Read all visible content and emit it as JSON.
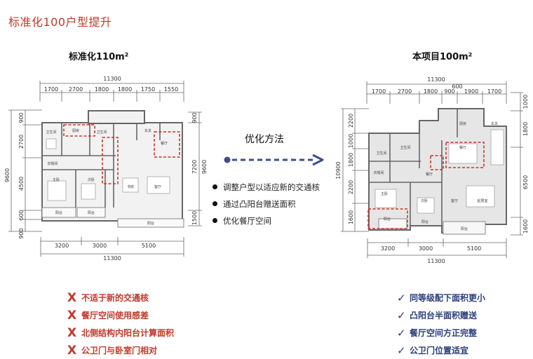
{
  "slide_title": "标准化100户型提升",
  "left_plan": {
    "title": "标准化110m²",
    "top_total": "11300",
    "top_dims": [
      "1700",
      "2700",
      "1800",
      "1800",
      "1750",
      "1550"
    ],
    "bottom_dims": [
      "3200",
      "3000",
      "5100"
    ],
    "bottom_total": "11300",
    "left_total": "9600",
    "left_dims": [
      "900",
      "2700",
      "4500",
      "600"
    ],
    "left_bottom": "900",
    "right_dims": [
      "900",
      "7200",
      "1500"
    ],
    "right_total": "9600",
    "rooms": [
      "卫生间",
      "厨房",
      "卫生间",
      "主卧",
      "次卧",
      "书房",
      "客厅",
      "餐厅",
      "玄关",
      "阳台",
      "衣帽间",
      "阳台",
      "阳台"
    ]
  },
  "right_plan": {
    "title": "本项目100m²",
    "top_total": "11300",
    "top_dims": [
      "1700",
      "2700",
      "1800",
      "900",
      "1900",
      "1700"
    ],
    "top_sub": "600",
    "bottom_dims": [
      "3200",
      "3000",
      "5100"
    ],
    "bottom_total": "11300",
    "left_total": "10900",
    "left_dims": [
      "2200",
      "1000",
      "1800",
      "2200",
      "1600"
    ],
    "right_dims": [
      "1000",
      "1800",
      "6500",
      "1600"
    ],
    "rooms": [
      "厨房",
      "餐厅",
      "玄关",
      "卫生间",
      "卫生间",
      "主卧",
      "次卧",
      "客厅",
      "起居室",
      "阳台",
      "阳台",
      "阳台",
      "衣帽间",
      "餐厅"
    ]
  },
  "arrow": {
    "label": "优化方法"
  },
  "methods": [
    "调整户型以适应新的交通核",
    "通过凸阳台赠送面积",
    "优化餐厅空间"
  ],
  "cons_mark": "X",
  "cons": [
    "不适于新的交通核",
    "餐厅空间使用感差",
    "北侧结构内阳台计算面积",
    "公卫门与卧室门相对"
  ],
  "pros_mark": "✓",
  "pros": [
    "同等级配下面积更小",
    "凸阳台半面积赠送",
    "餐厅空间方正完整",
    "公卫门位置适宜"
  ],
  "colors": {
    "title_red": "#c0392b",
    "pro_blue": "#2c3e7a",
    "arrow_blue": "#3d4f8a",
    "highlight_red": "#c0392b"
  }
}
